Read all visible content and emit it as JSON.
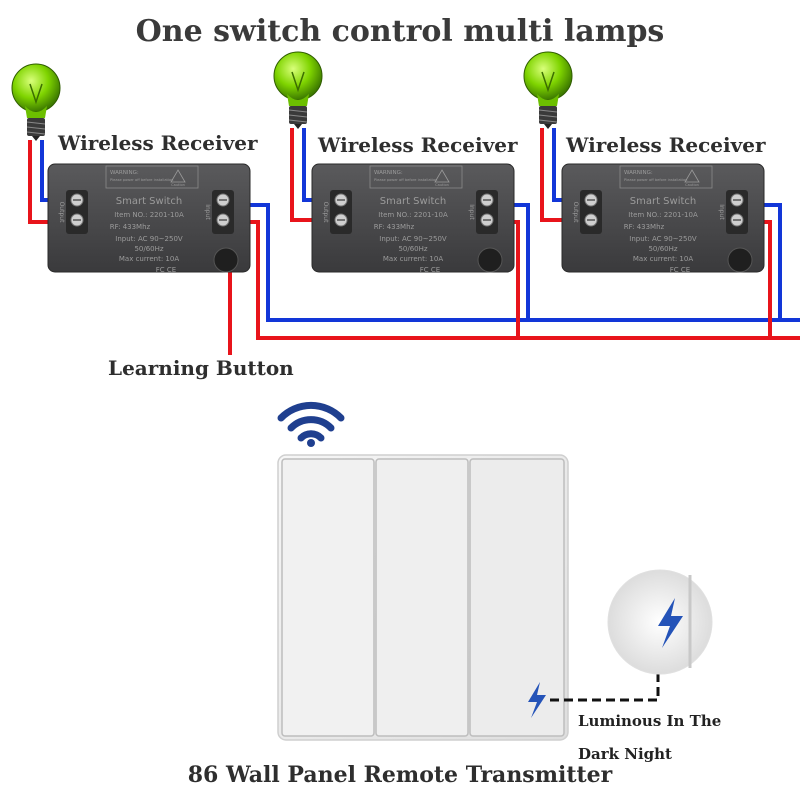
{
  "title": "One switch control multi lamps",
  "colors": {
    "live_wire": "#e8141b",
    "neutral_wire": "#1236d8",
    "receiver_body": "#4a4a4c",
    "bulb": "#7fd400",
    "panel": "#eeeeee"
  },
  "receivers": [
    {
      "label": "Wireless Receiver",
      "warning": "WARNING:",
      "warning_note": "Please power off before installation",
      "caution": "Caution",
      "name": "Smart Switch",
      "item": "Item NO.: 2201-10A",
      "rf": "RF: 433Mhz",
      "input": "Input: AC 90~250V",
      "freq": "50/60Hz",
      "current": "Max current: 10A",
      "output": "Output",
      "input_side": "Input",
      "fc": "FC CE"
    },
    {
      "label": "Wireless Receiver",
      "warning": "WARNING:",
      "warning_note": "Please power off before installation",
      "caution": "Caution",
      "name": "Smart Switch",
      "item": "Item NO.: 2201-10A",
      "rf": "RF: 433Mhz",
      "input": "Input: AC 90~250V",
      "freq": "50/60Hz",
      "current": "Max current: 10A",
      "output": "Output",
      "input_side": "Input",
      "fc": "FC CE"
    },
    {
      "label": "Wireless Receiver",
      "warning": "WARNING:",
      "warning_note": "Please power off before installation",
      "caution": "Caution",
      "name": "Smart Switch",
      "item": "Item NO.: 2201-10A",
      "rf": "RF: 433Mhz",
      "input": "Input: AC 90~250V",
      "freq": "50/60Hz",
      "current": "Max current: 10A",
      "output": "Output",
      "input_side": "Input",
      "fc": "FC CE"
    }
  ],
  "learning_button": "Learning Button",
  "luminous_line1": "Luminous In The",
  "luminous_line2": "Dark Night",
  "footer": "86 Wall Panel Remote Transmitter",
  "icons": [
    "lightbulb-icon",
    "wifi-icon",
    "lightning-bolt-icon"
  ]
}
